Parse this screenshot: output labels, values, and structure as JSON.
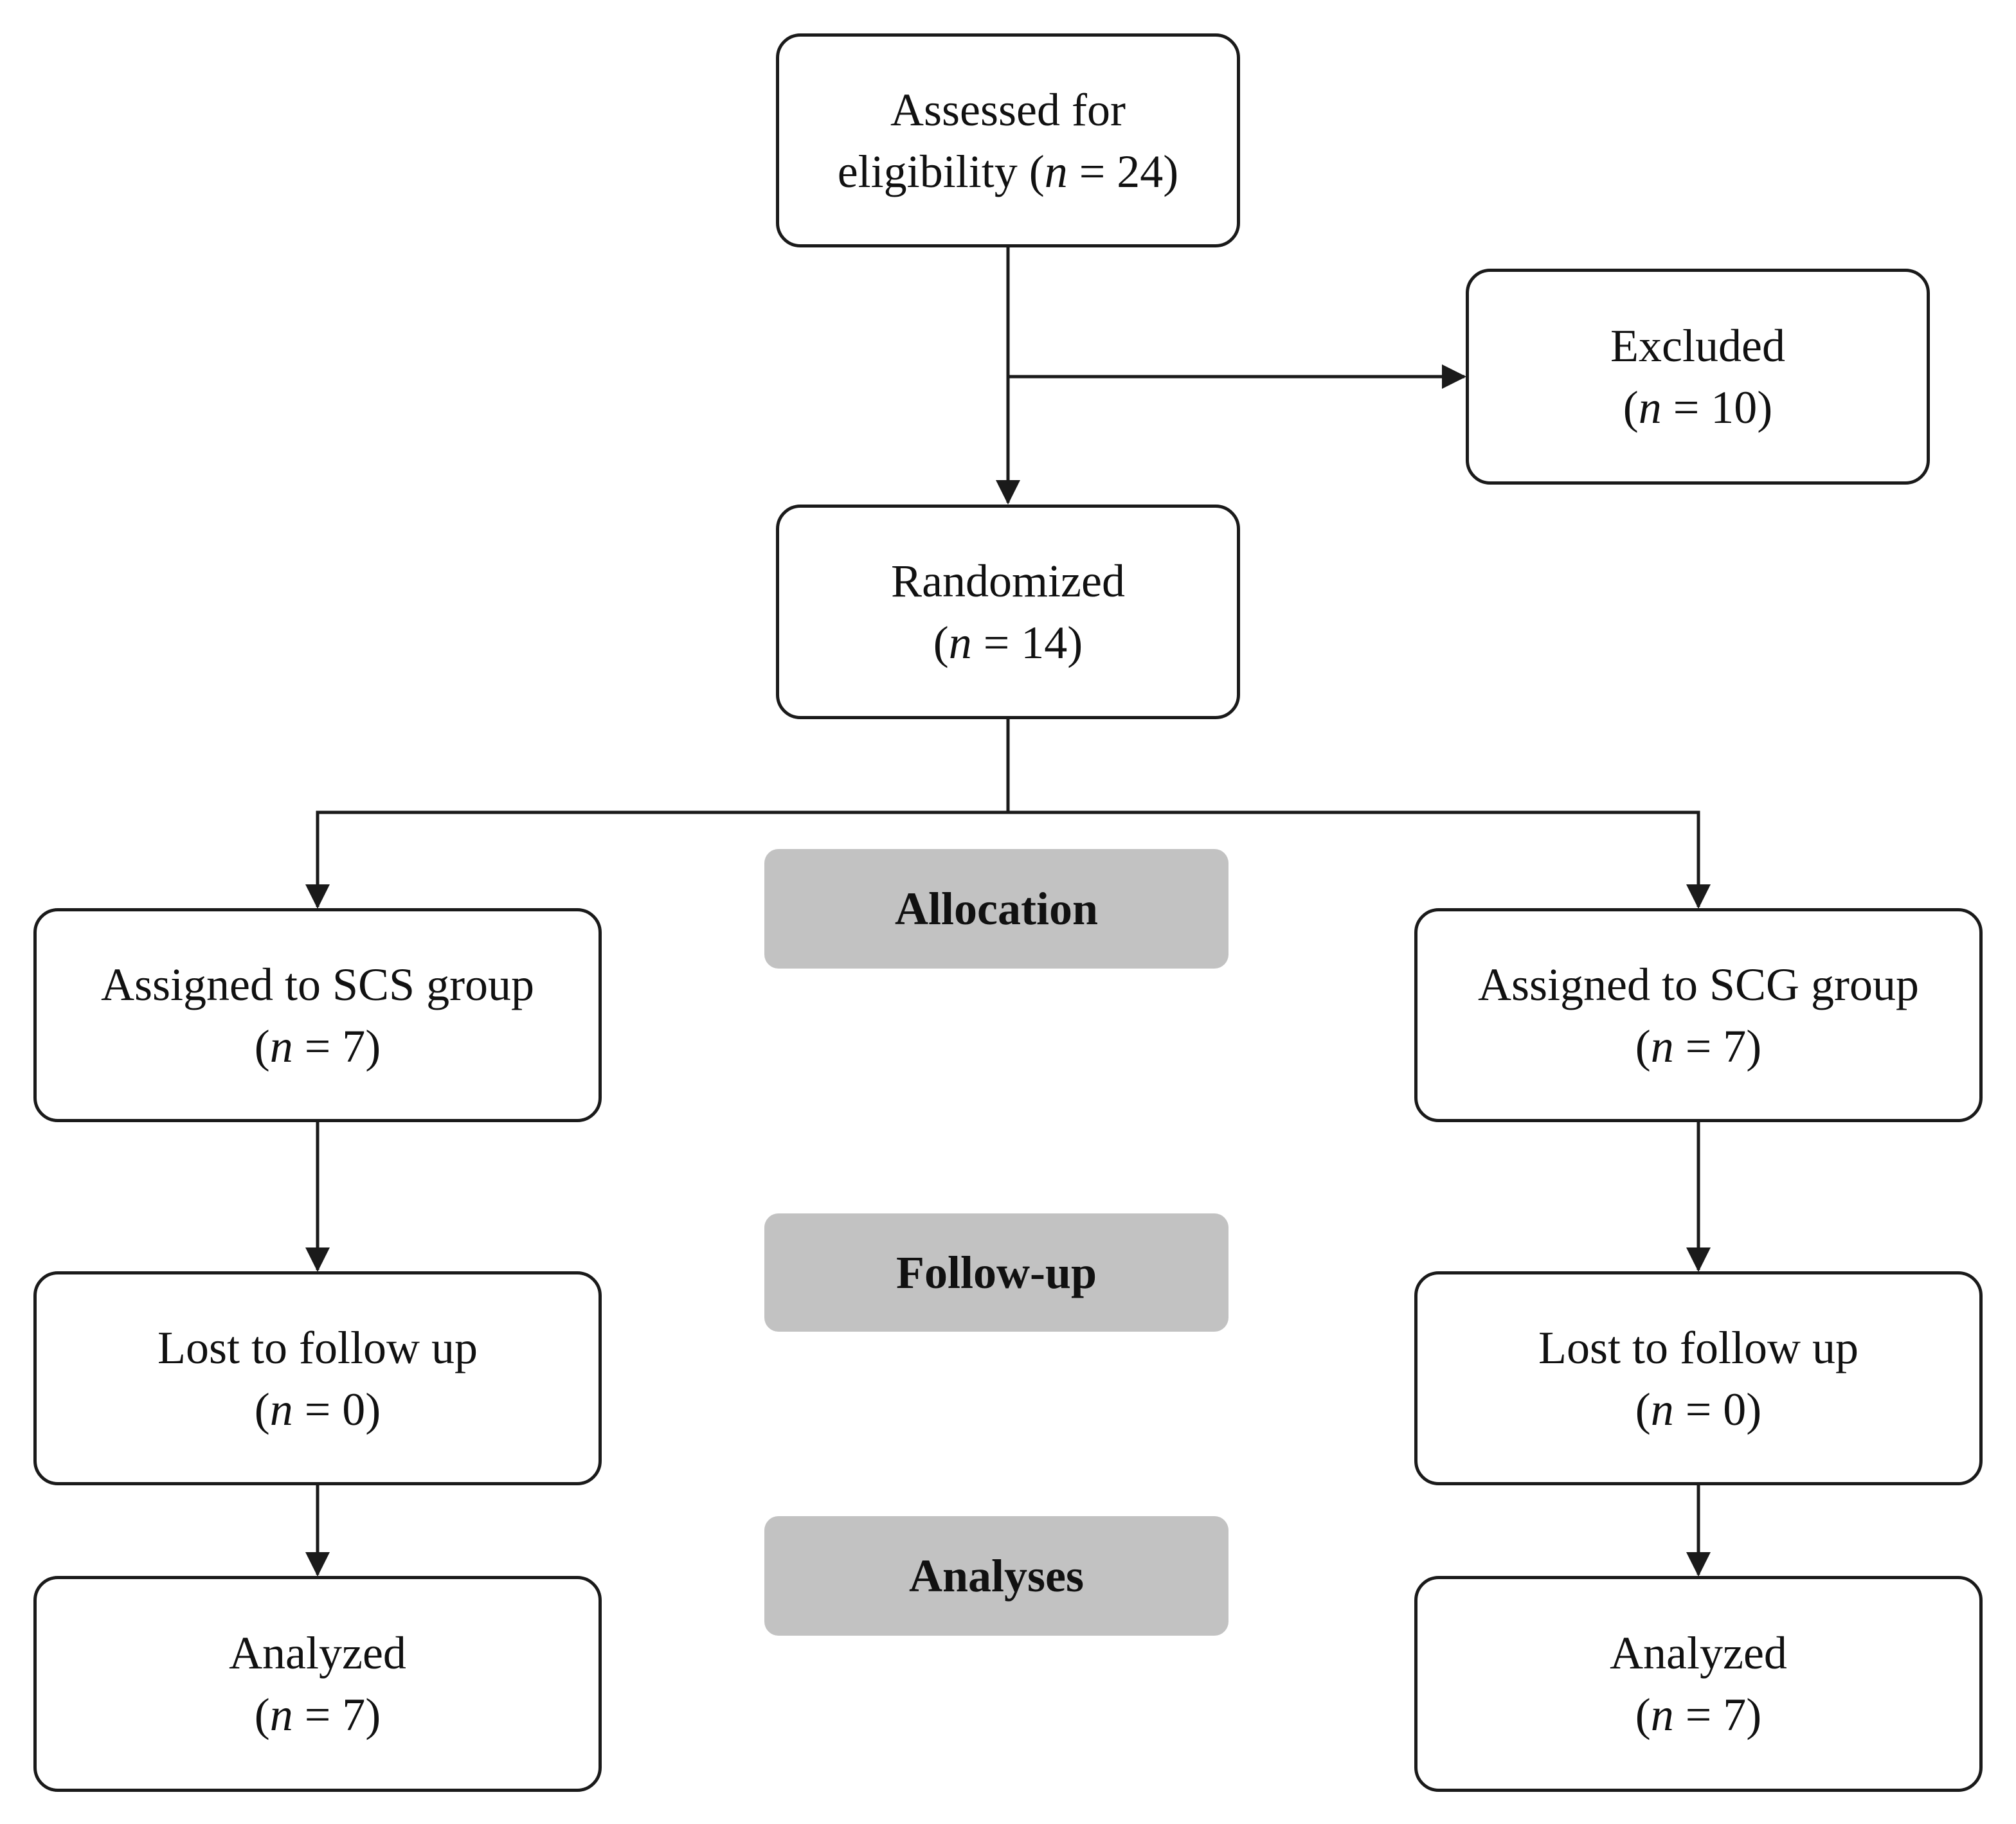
{
  "diagram": {
    "nodes": {
      "assessed": {
        "label": "Assessed for",
        "label2": "eligibility",
        "n_prefix": "(",
        "n_var": "n",
        "n_value": " = 24)"
      },
      "excluded": {
        "label": "Excluded",
        "n_prefix": "(",
        "n_var": "n",
        "n_value": " = 10)"
      },
      "randomized": {
        "label": "Randomized",
        "n_prefix": "(",
        "n_var": "n",
        "n_value": " = 14)"
      },
      "assigned_scs": {
        "label": "Assigned to SCS group",
        "n_prefix": "(",
        "n_var": "n",
        "n_value": " = 7)"
      },
      "assigned_scg": {
        "label": "Assigned to SCG group",
        "n_prefix": "(",
        "n_var": "n",
        "n_value": " = 7)"
      },
      "lost_scs": {
        "label": "Lost to follow up",
        "n_prefix": "(",
        "n_var": "n",
        "n_value": " = 0)"
      },
      "lost_scg": {
        "label": "Lost to follow up",
        "n_prefix": "(",
        "n_var": "n",
        "n_value": " = 0)"
      },
      "analyzed_scs": {
        "label": "Analyzed",
        "n_prefix": "(",
        "n_var": "n",
        "n_value": " = 7)"
      },
      "analyzed_scg": {
        "label": "Analyzed",
        "n_prefix": "(",
        "n_var": "n",
        "n_value": " = 7)"
      }
    },
    "stages": {
      "allocation": "Allocation",
      "follow_up": "Follow-up",
      "analyses": "Analyses"
    },
    "edges": [
      {
        "from": "assessed",
        "to": "randomized"
      },
      {
        "from": "assessed",
        "to": "excluded"
      },
      {
        "from": "randomized",
        "to": "assigned_scs"
      },
      {
        "from": "randomized",
        "to": "assigned_scg"
      },
      {
        "from": "assigned_scs",
        "to": "lost_scs"
      },
      {
        "from": "assigned_scg",
        "to": "lost_scg"
      },
      {
        "from": "lost_scs",
        "to": "analyzed_scs"
      },
      {
        "from": "lost_scg",
        "to": "analyzed_scg"
      }
    ],
    "colors": {
      "stroke": "#1a1a1a",
      "stage_fill": "#c2c2c2"
    }
  }
}
